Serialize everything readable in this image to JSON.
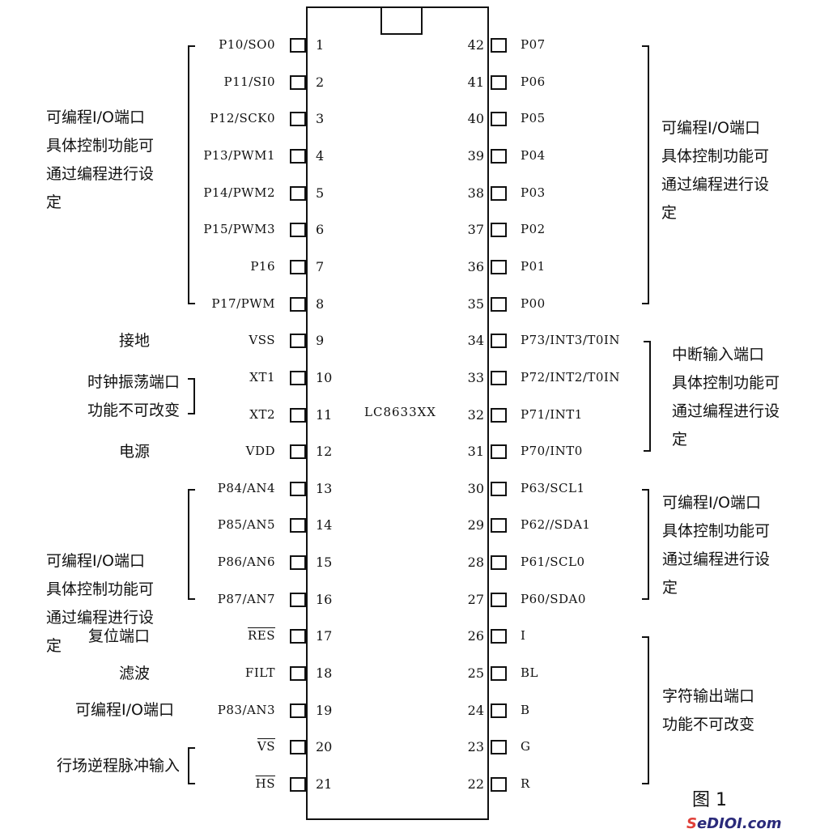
{
  "chip": {
    "name": "LC8633XX"
  },
  "left_pins": [
    {
      "num": "1",
      "name": "P10/SO0"
    },
    {
      "num": "2",
      "name": "P11/SI0"
    },
    {
      "num": "3",
      "name": "P12/SCK0"
    },
    {
      "num": "4",
      "name": "P13/PWM1"
    },
    {
      "num": "5",
      "name": "P14/PWM2"
    },
    {
      "num": "6",
      "name": "P15/PWM3"
    },
    {
      "num": "7",
      "name": "P16"
    },
    {
      "num": "8",
      "name": "P17/PWM"
    },
    {
      "num": "9",
      "name": "VSS"
    },
    {
      "num": "10",
      "name": "XT1"
    },
    {
      "num": "11",
      "name": "XT2"
    },
    {
      "num": "12",
      "name": "VDD"
    },
    {
      "num": "13",
      "name": "P84/AN4"
    },
    {
      "num": "14",
      "name": "P85/AN5"
    },
    {
      "num": "15",
      "name": "P86/AN6"
    },
    {
      "num": "16",
      "name": "P87/AN7"
    },
    {
      "num": "17",
      "name": "RES",
      "overline": true
    },
    {
      "num": "18",
      "name": "FILT"
    },
    {
      "num": "19",
      "name": "P83/AN3"
    },
    {
      "num": "20",
      "name": "VS",
      "overline": true
    },
    {
      "num": "21",
      "name": "HS",
      "overline": true
    }
  ],
  "right_pins": [
    {
      "num": "42",
      "name": "P07"
    },
    {
      "num": "41",
      "name": "P06"
    },
    {
      "num": "40",
      "name": "P05"
    },
    {
      "num": "39",
      "name": "P04"
    },
    {
      "num": "38",
      "name": "P03"
    },
    {
      "num": "37",
      "name": "P02"
    },
    {
      "num": "36",
      "name": "P01"
    },
    {
      "num": "35",
      "name": "P00"
    },
    {
      "num": "34",
      "name": "P73/INT3/T0IN"
    },
    {
      "num": "33",
      "name": "P72/INT2/T0IN"
    },
    {
      "num": "32",
      "name": "P71/INT1"
    },
    {
      "num": "31",
      "name": "P70/INT0"
    },
    {
      "num": "30",
      "name": "P63/SCL1"
    },
    {
      "num": "29",
      "name": "P62//SDA1"
    },
    {
      "num": "28",
      "name": "P61/SCL0"
    },
    {
      "num": "27",
      "name": "P60/SDA0"
    },
    {
      "num": "26",
      "name": "I"
    },
    {
      "num": "25",
      "name": "BL"
    },
    {
      "num": "24",
      "name": "B"
    },
    {
      "num": "23",
      "name": "G"
    },
    {
      "num": "22",
      "name": "R"
    }
  ],
  "left_groups": [
    {
      "text": "可编程I/O端口\n具体控制功能可\n通过编程进行设\n定",
      "from": 1,
      "to": 8,
      "bracket": true
    },
    {
      "text": "接地",
      "from": 9,
      "to": 9,
      "bracket": false
    },
    {
      "text": "时钟振荡端口\n功能不可改变",
      "from": 10,
      "to": 11,
      "bracket": true
    },
    {
      "text": "电源",
      "from": 12,
      "to": 12,
      "bracket": false
    },
    {
      "text": "可编程I/O端口\n具体控制功能可\n通过编程进行设\n定",
      "from": 13,
      "to": 16,
      "bracket": true
    },
    {
      "text": "复位端口",
      "from": 17,
      "to": 17,
      "bracket": false
    },
    {
      "text": "滤波",
      "from": 18,
      "to": 18,
      "bracket": false
    },
    {
      "text": "可编程I/O端口",
      "from": 19,
      "to": 19,
      "bracket": false
    },
    {
      "text": "行场逆程脉冲输入",
      "from": 20,
      "to": 21,
      "bracket": true
    }
  ],
  "right_groups": [
    {
      "text": "可编程I/O端口\n具体控制功能可\n通过编程进行设\n定",
      "from": 1,
      "to": 8
    },
    {
      "text": "中断输入端口\n具体控制功能可\n通过编程进行设\n定",
      "from": 9,
      "to": 12
    },
    {
      "text": "可编程I/O端口\n具体控制功能可\n通过编程进行设\n定",
      "from": 13,
      "to": 16
    },
    {
      "text": "字符输出端口\n功能不可改变",
      "from": 17,
      "to": 21
    }
  ],
  "figure_label": "图 1",
  "watermark": {
    "a": "S",
    "b": "eDIOI.com"
  }
}
